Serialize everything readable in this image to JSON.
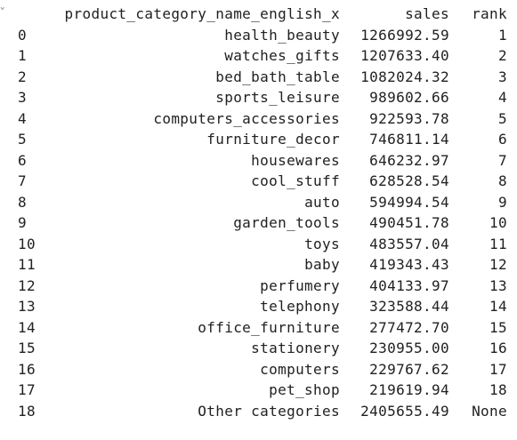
{
  "output": {
    "collapse_marker": "⌄",
    "table": {
      "index_header": "",
      "columns": [
        "product_category_name_english_x",
        "sales",
        "rank"
      ],
      "rows": [
        {
          "index": "0",
          "category": "health_beauty",
          "sales": "1266992.59",
          "rank": "1"
        },
        {
          "index": "1",
          "category": "watches_gifts",
          "sales": "1207633.40",
          "rank": "2"
        },
        {
          "index": "2",
          "category": "bed_bath_table",
          "sales": "1082024.32",
          "rank": "3"
        },
        {
          "index": "3",
          "category": "sports_leisure",
          "sales": "989602.66",
          "rank": "4"
        },
        {
          "index": "4",
          "category": "computers_accessories",
          "sales": "922593.78",
          "rank": "5"
        },
        {
          "index": "5",
          "category": "furniture_decor",
          "sales": "746811.14",
          "rank": "6"
        },
        {
          "index": "6",
          "category": "housewares",
          "sales": "646232.97",
          "rank": "7"
        },
        {
          "index": "7",
          "category": "cool_stuff",
          "sales": "628528.54",
          "rank": "8"
        },
        {
          "index": "8",
          "category": "auto",
          "sales": "594994.54",
          "rank": "9"
        },
        {
          "index": "9",
          "category": "garden_tools",
          "sales": "490451.78",
          "rank": "10"
        },
        {
          "index": "10",
          "category": "toys",
          "sales": "483557.04",
          "rank": "11"
        },
        {
          "index": "11",
          "category": "baby",
          "sales": "419343.43",
          "rank": "12"
        },
        {
          "index": "12",
          "category": "perfumery",
          "sales": "404133.97",
          "rank": "13"
        },
        {
          "index": "13",
          "category": "telephony",
          "sales": "323588.44",
          "rank": "14"
        },
        {
          "index": "14",
          "category": "office_furniture",
          "sales": "277472.70",
          "rank": "15"
        },
        {
          "index": "15",
          "category": "stationery",
          "sales": "230955.00",
          "rank": "16"
        },
        {
          "index": "16",
          "category": "computers",
          "sales": "229767.62",
          "rank": "17"
        },
        {
          "index": "17",
          "category": "pet_shop",
          "sales": "219619.94",
          "rank": "18"
        },
        {
          "index": "18",
          "category": "Other categories",
          "sales": "2405655.49",
          "rank": "None"
        }
      ]
    }
  },
  "colors": {
    "background": "#ffffff",
    "text": "#212121",
    "marker": "#616161"
  }
}
